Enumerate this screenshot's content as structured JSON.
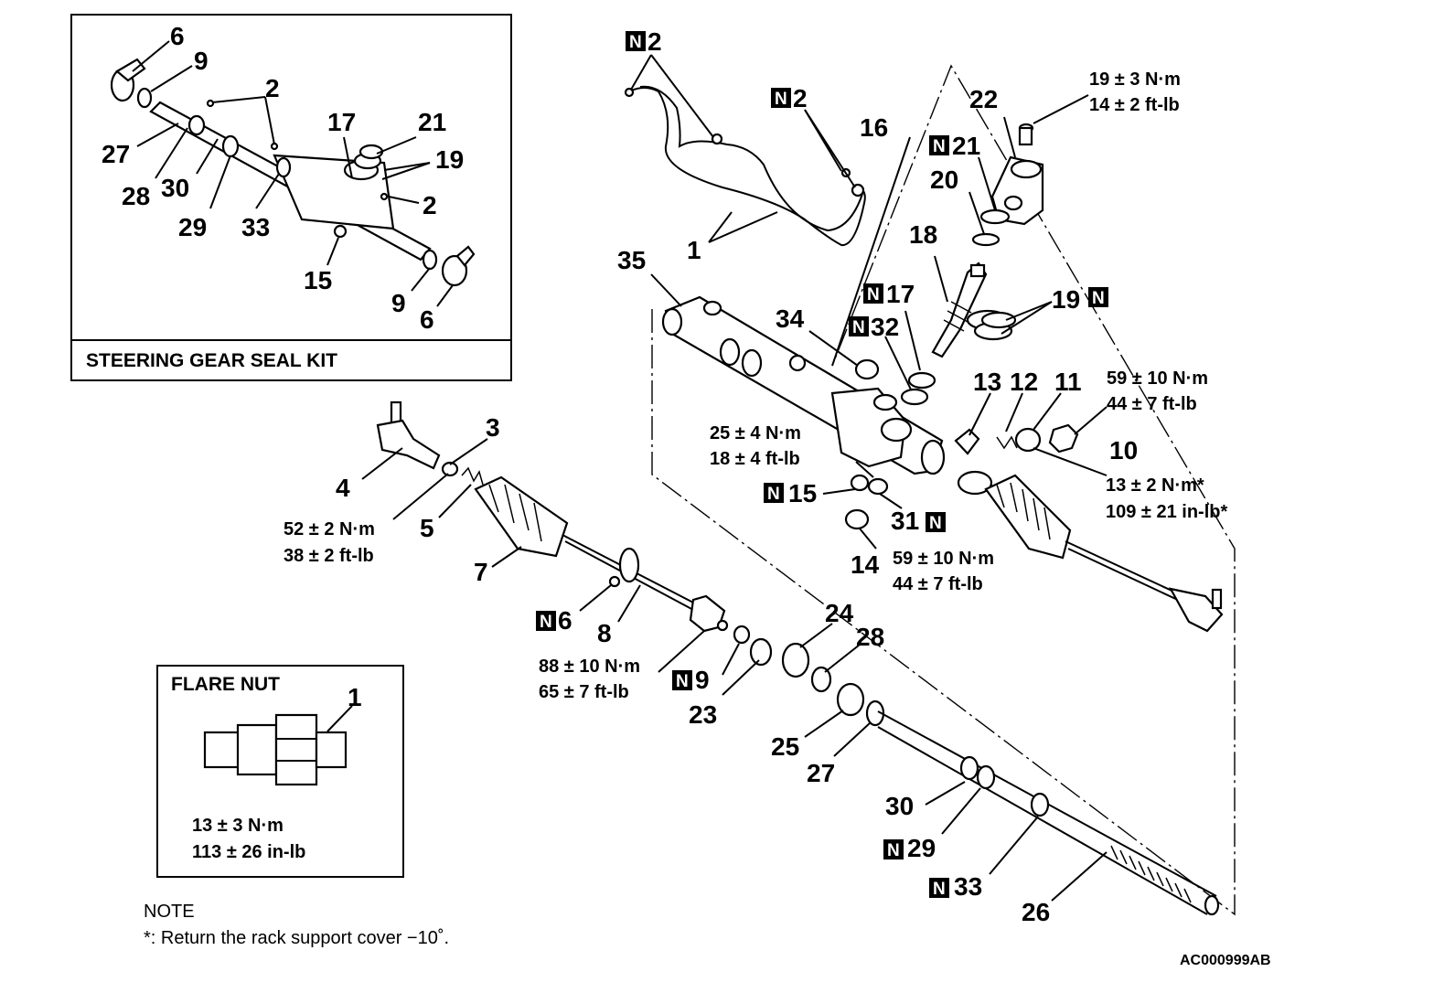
{
  "kit_box": {
    "caption": "STEERING GEAR SEAL KIT",
    "labels": [
      "6",
      "9",
      "2",
      "27",
      "28",
      "30",
      "29",
      "33",
      "17",
      "21",
      "19",
      "2",
      "15",
      "9",
      "6"
    ]
  },
  "flare_box": {
    "title": "FLARE NUT",
    "part": "1",
    "torque_nm": "13 ± 3 N·m",
    "torque_imp": "113 ± 26 in-lb"
  },
  "note": {
    "title": "NOTE",
    "text": "*: Return the rack support cover −10˚."
  },
  "ref_code": "AC000999AB",
  "n_marker": "N",
  "labels": {
    "p1": "1",
    "p2a": "2",
    "p2b": "2",
    "p3": "3",
    "p4": "4",
    "p5": "5",
    "p6": "6",
    "p7": "7",
    "p8": "8",
    "p9": "9",
    "p10": "10",
    "p11": "11",
    "p12": "12",
    "p13": "13",
    "p14": "14",
    "p15": "15",
    "p16": "16",
    "p17": "17",
    "p18": "18",
    "p19": "19",
    "p20": "20",
    "p21": "21",
    "p22": "22",
    "p23": "23",
    "p24": "24",
    "p25": "25",
    "p26": "26",
    "p27": "27",
    "p28": "28",
    "p29": "29",
    "p30": "30",
    "p31": "31",
    "p32": "32",
    "p33": "33",
    "p34": "34",
    "p35": "35"
  },
  "torques": {
    "t22_nm": "19 ± 3 N·m",
    "t22_imp": "14 ± 2 ft-lb",
    "t10_nm": "59 ± 10 N·m",
    "t10_imp": "44 ± 7 ft-lb",
    "t15_nm": "25 ± 4 N·m",
    "t15_imp": "18 ± 4 ft-lb",
    "t11_nm": "13 ± 2 N·m*",
    "t11_imp": "109 ± 21 in-lb*",
    "t14_nm": "59 ± 10 N·m",
    "t14_imp": "44 ± 7 ft-lb",
    "t3_nm": "52 ± 2 N·m",
    "t3_imp": "38 ± 2 ft-lb",
    "t9_nm": "88 ± 10 N·m",
    "t9_imp": "65 ± 7 ft-lb"
  }
}
